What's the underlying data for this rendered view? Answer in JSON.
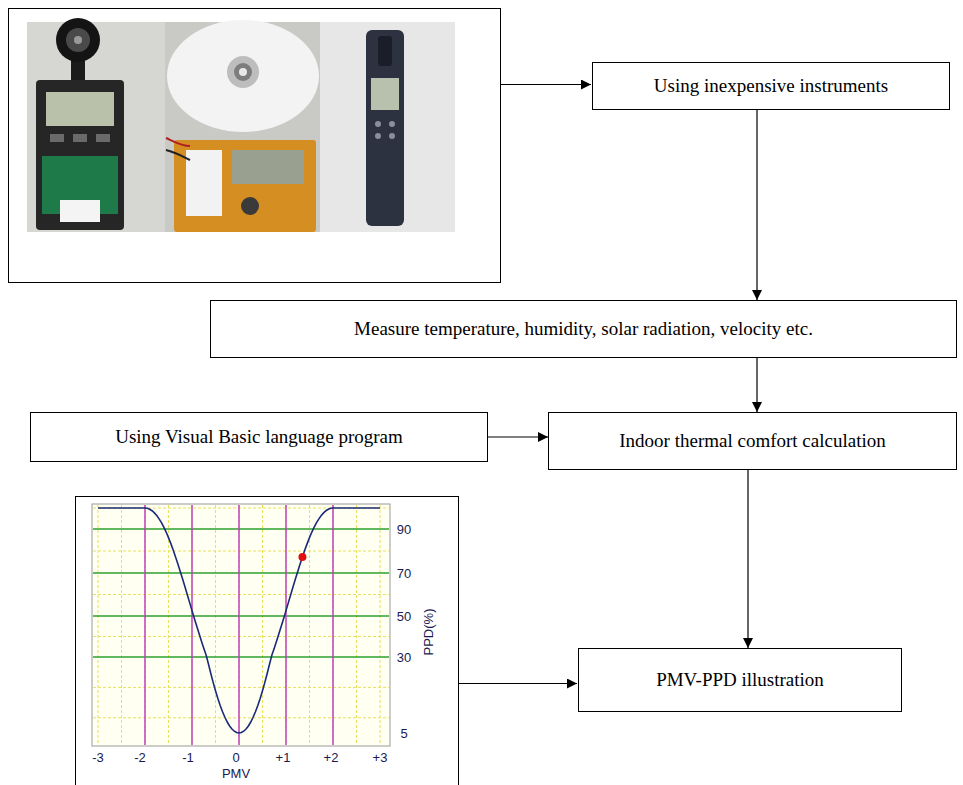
{
  "diagram": {
    "nodes": [
      {
        "text": [
          "Using inexpensive instruments"
        ]
      },
      {
        "text": [
          "Measure temperature, humidity, solar radiation, velocity etc."
        ]
      },
      {
        "text": [
          "Using Visual Basic language program"
        ]
      },
      {
        "text": [
          "Indoor thermal comfort calculation"
        ]
      },
      {
        "text": [
          "PMV-PPD illustration"
        ]
      }
    ],
    "edges": [
      {
        "from": 0,
        "to": 1,
        "arrow": "to"
      },
      {
        "from": 1,
        "to": 3,
        "arrow": "to"
      },
      {
        "from": 2,
        "to": 3,
        "arrow": "to"
      },
      {
        "from": 3,
        "to": 4,
        "arrow": "to"
      }
    ],
    "labels": [
      "90",
      "70",
      "50",
      "30",
      "5",
      "PPD(%)",
      "-3",
      "-2",
      "-1",
      "0",
      "+1",
      "+2",
      "+3",
      "PMV"
    ]
  }
}
